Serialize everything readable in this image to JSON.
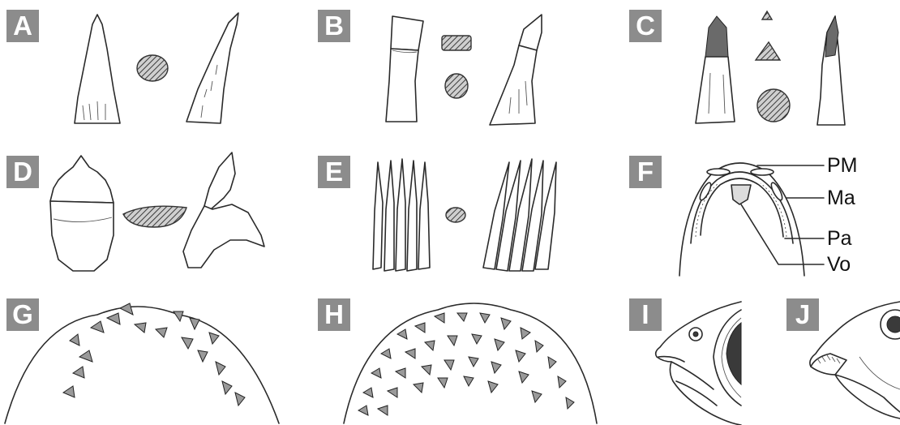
{
  "panels": [
    {
      "id": "A",
      "label": "A",
      "icon": "conical-tooth-icon"
    },
    {
      "id": "B",
      "label": "B",
      "icon": "incisiform-tooth-icon"
    },
    {
      "id": "C",
      "label": "C",
      "icon": "molariform-tooth-icon"
    },
    {
      "id": "D",
      "label": "D",
      "icon": "multicuspid-tooth-icon"
    },
    {
      "id": "E",
      "label": "E",
      "icon": "villiform-teeth-icon"
    },
    {
      "id": "F",
      "label": "F",
      "icon": "jaw-bones-diagram-icon"
    },
    {
      "id": "G",
      "label": "G",
      "icon": "single-tooth-row-jaw-icon"
    },
    {
      "id": "H",
      "label": "H",
      "icon": "tooth-band-jaw-icon"
    },
    {
      "id": "I",
      "label": "I",
      "icon": "fish-head-closed-mouth-icon"
    },
    {
      "id": "J",
      "label": "J",
      "icon": "fish-head-open-mouth-icon"
    }
  ],
  "jaw_labels": {
    "pm": "PM",
    "ma": "Ma",
    "pa": "Pa",
    "vo": "Vo"
  },
  "colors": {
    "badge_background": "#8c8c8c",
    "badge_text": "#ffffff",
    "line": "#2a2a2a"
  }
}
